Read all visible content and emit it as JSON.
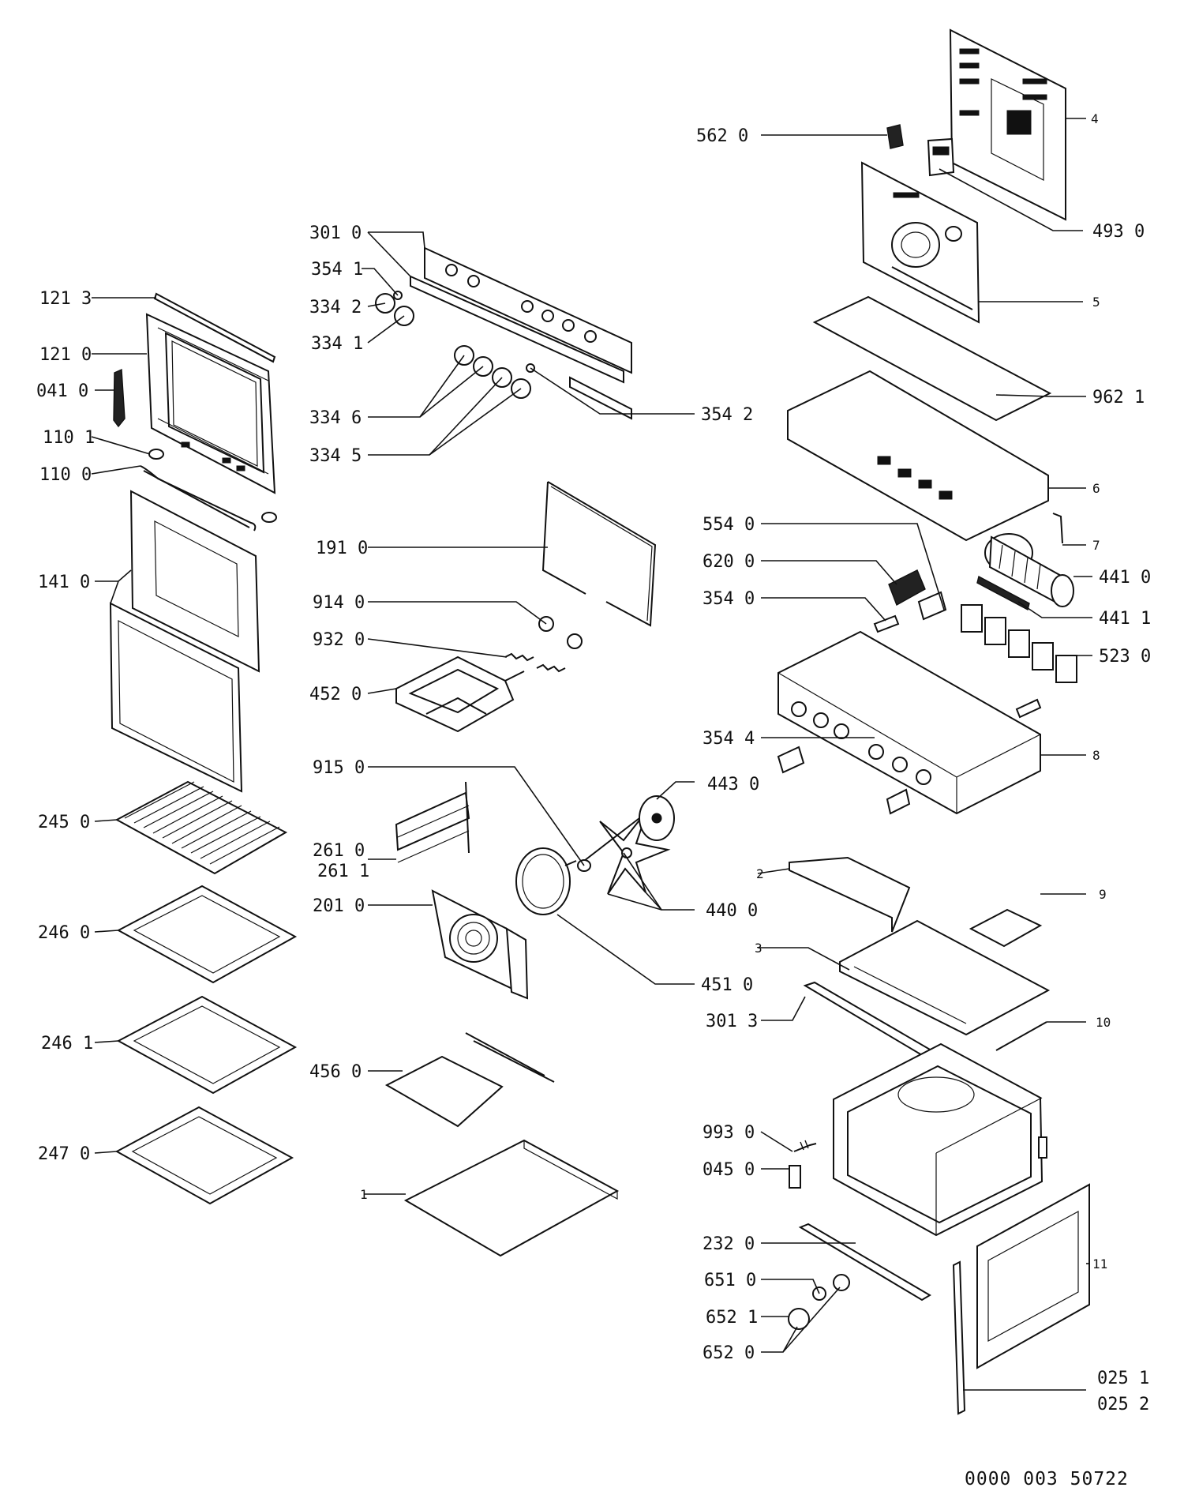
{
  "labels": {
    "l_562_0": "562 0",
    "l_4": "4",
    "l_493_0": "493 0",
    "l_301_0": "301 0",
    "l_354_1": "354 1",
    "l_334_2": "334 2",
    "l_334_1": "334 1",
    "l_5": "5",
    "l_121_3": "121 3",
    "l_121_0": "121 0",
    "l_041_0": "041 0",
    "l_334_6": "334 6",
    "l_354_2": "354 2",
    "l_962_1": "962 1",
    "l_110_1": "110 1",
    "l_334_5": "334 5",
    "l_110_0": "110 0",
    "l_6": "6",
    "l_554_0": "554 0",
    "l_7": "7",
    "l_191_0": "191 0",
    "l_141_0": "141 0",
    "l_620_0": "620 0",
    "l_441_0": "441 0",
    "l_354_0": "354 0",
    "l_441_1": "441 1",
    "l_914_0": "914 0",
    "l_932_0": "932 0",
    "l_523_0": "523 0",
    "l_452_0": "452 0",
    "l_354_4": "354 4",
    "l_8": "8",
    "l_915_0": "915 0",
    "l_443_0": "443 0",
    "l_245_0": "245 0",
    "l_261_0": "261 0",
    "l_261_1": "261 1",
    "l_2": "2",
    "l_9": "9",
    "l_201_0": "201 0",
    "l_440_0": "440 0",
    "l_246_0": "246 0",
    "l_3": "3",
    "l_451_0": "451 0",
    "l_301_3": "301 3",
    "l_10": "10",
    "l_246_1": "246 1",
    "l_456_0": "456 0",
    "l_993_0": "993 0",
    "l_247_0": "247 0",
    "l_045_0": "045 0",
    "l_1": "1",
    "l_232_0": "232 0",
    "l_11": "11",
    "l_651_0": "651 0",
    "l_652_1": "652 1",
    "l_652_0": "652 0",
    "l_025_1": "025 1",
    "l_025_2": "025 2"
  },
  "document_number": "0000 003 50722"
}
